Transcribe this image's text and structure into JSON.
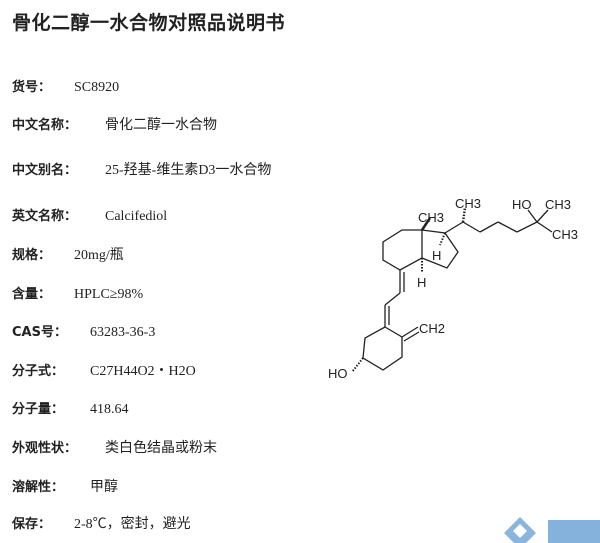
{
  "title": "骨化二醇一水合物对照品说明书",
  "fields": [
    {
      "label": "货号：",
      "value": "SC8920"
    },
    {
      "label": "中文名称：",
      "value": "骨化二醇一水合物"
    },
    {
      "label": "中文别名：",
      "value": "25-羟基-维生素D3一水合物"
    },
    {
      "label": "英文名称：",
      "value": "Calcifediol"
    },
    {
      "label": "规格：",
      "value": "20mg/瓶"
    },
    {
      "label": "含量：",
      "value": "HPLC≥98%"
    },
    {
      "label": "CAS号：",
      "value": "63283-36-3"
    },
    {
      "label": "分子式：",
      "value": "C27H44O2・H2O"
    },
    {
      "label": "分子量：",
      "value": "418.64"
    },
    {
      "label": "外观性状：",
      "value": "类白色结晶或粉末"
    },
    {
      "label": "溶解性：",
      "value": "甲醇"
    },
    {
      "label": "保存：",
      "value": "2-8℃，密封，避光"
    }
  ],
  "structure_labels": {
    "ch3_a": "CH3",
    "ch3_b": "CH3",
    "ho_top": "HO",
    "ch3_c": "CH3",
    "ch3_d": "CH3",
    "h1": "H",
    "h2": "H",
    "ch2": "CH2",
    "ho_bottom": "HO"
  }
}
